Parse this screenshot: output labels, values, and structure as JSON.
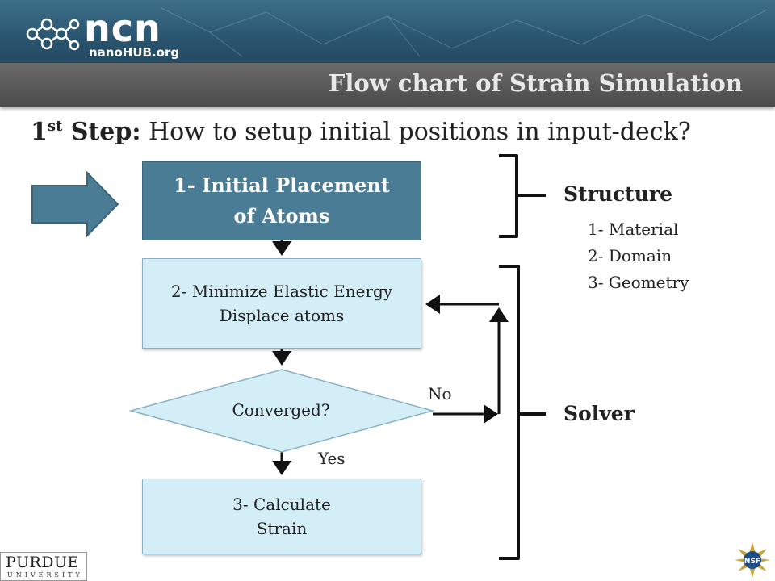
{
  "header": {
    "logo_text": "ncn",
    "logo_sub": "nanoHUB.org",
    "slide_title": "Flow chart of Strain Simulation"
  },
  "step": {
    "prefix": "1",
    "sup": "st",
    "word": " Step:",
    "question": " How to setup initial positions in input-deck?"
  },
  "flow": {
    "box1_line1": "1- Initial Placement",
    "box1_line2": "of Atoms",
    "box2_line1": "2- Minimize Elastic Energy",
    "box2_line2": "Displace atoms",
    "decision": "Converged?",
    "no_label": "No",
    "yes_label": "Yes",
    "box3_line1": "3- Calculate",
    "box3_line2": "Strain"
  },
  "sidebar": {
    "structure_title": "Structure",
    "structure_items": [
      "1- Material",
      "2- Domain",
      "3- Geometry"
    ],
    "solver_title": "Solver"
  },
  "footer": {
    "purdue_name": "PURDUE",
    "purdue_sub": "UNIVERSITY",
    "nsf": "NSF"
  },
  "colors": {
    "banner": "#2a5570",
    "title_bar": "#555555",
    "box_dark": "#4a7c96",
    "box_light": "#d3eef7",
    "arrow_fill": "#4a7c96"
  }
}
